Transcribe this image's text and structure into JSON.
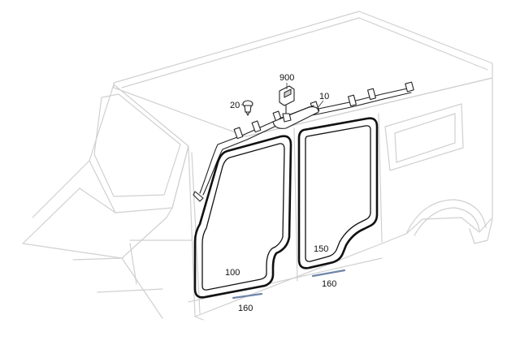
{
  "callouts": {
    "airbag": "900",
    "clip": "20",
    "curtain": "10",
    "front_door_seal": "100",
    "rear_door_seal": "150",
    "front_sill_strip": "160",
    "rear_sill_strip": "160"
  }
}
